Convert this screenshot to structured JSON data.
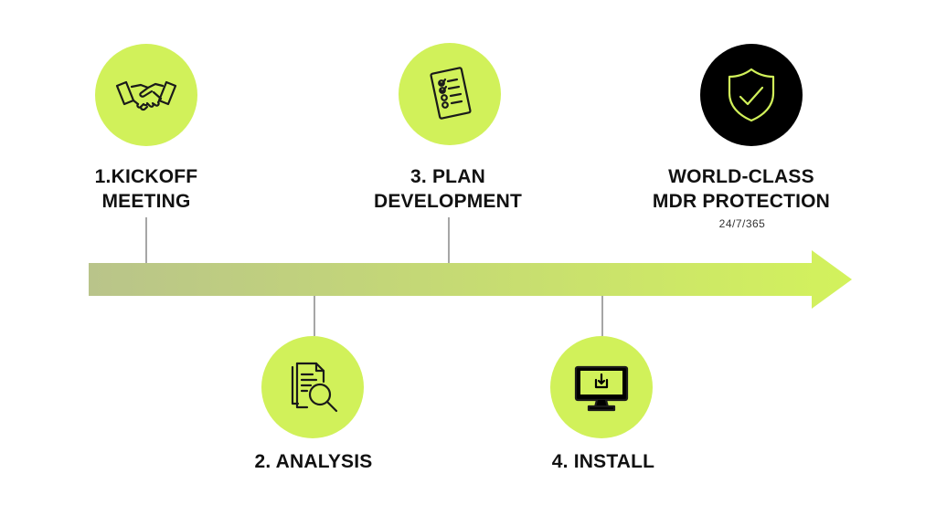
{
  "colors": {
    "accent": "#d1f15a",
    "dark": "#000000",
    "icon_stroke": "#1a1a1a",
    "arrow_start": "#b9c48a",
    "arrow_end": "#d3f25c",
    "connector": "#a6a6a6"
  },
  "steps": [
    {
      "icon": "handshake-icon",
      "line1": "1.KICKOFF",
      "line2": "MEETING"
    },
    {
      "icon": "document-search-icon",
      "line1": "2. ANALYSIS",
      "line2": ""
    },
    {
      "icon": "checklist-icon",
      "line1": "3. PLAN",
      "line2": "DEVELOPMENT"
    },
    {
      "icon": "monitor-download-icon",
      "line1": "4. INSTALL",
      "line2": ""
    }
  ],
  "final": {
    "icon": "shield-check-icon",
    "line1": "WORLD-CLASS",
    "line2": "MDR PROTECTION",
    "sub": "24/7/365"
  }
}
